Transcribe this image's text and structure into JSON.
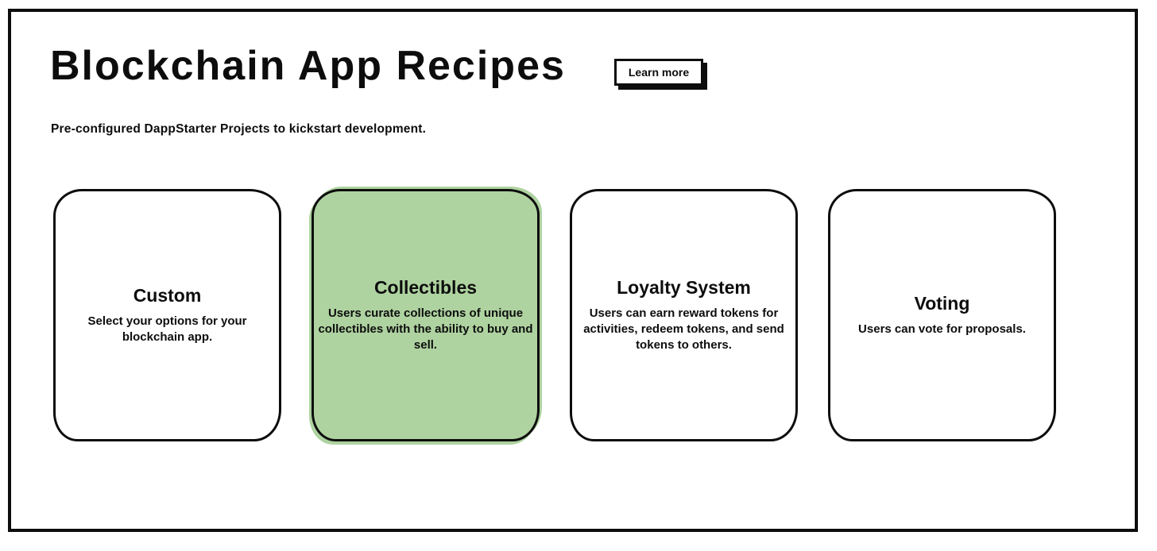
{
  "header": {
    "title": "Blockchain App Recipes",
    "subtitle": "Pre-configured DappStarter Projects to kickstart development.",
    "learn_more_label": "Learn more"
  },
  "cards": [
    {
      "title": "Custom",
      "description": "Select your options for your blockchain app.",
      "highlighted": false
    },
    {
      "title": "Collectibles",
      "description": "Users curate collections of unique collectibles with the ability to buy and sell.",
      "highlighted": true
    },
    {
      "title": "Loyalty System",
      "description": "Users can earn reward tokens for activities, redeem tokens, and send tokens to others.",
      "highlighted": false
    },
    {
      "title": "Voting",
      "description": "Users can vote for proposals.",
      "highlighted": false
    }
  ],
  "colors": {
    "card_highlight": "#aed3a0",
    "ink": "#0d0d0d"
  }
}
